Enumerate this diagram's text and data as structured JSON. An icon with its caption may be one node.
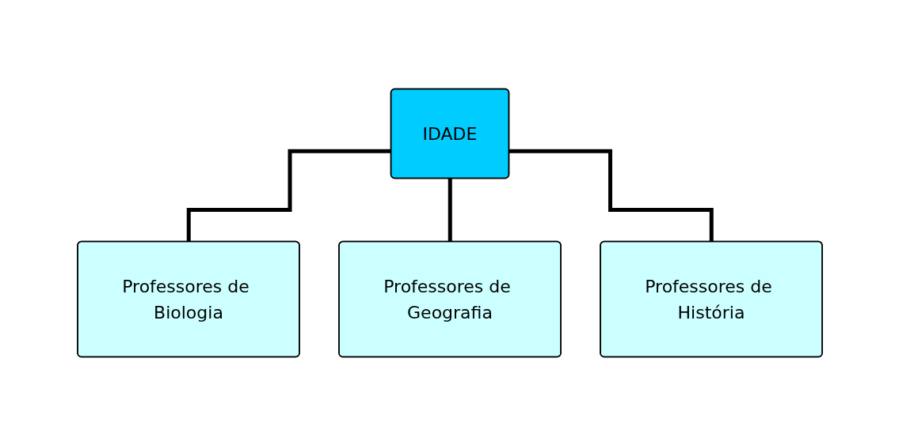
{
  "diagram": {
    "nodes": [
      {
        "text": [
          "IDADE"
        ]
      },
      {
        "text": [
          "Professores de Biologia"
        ]
      },
      {
        "text": [
          "Professores de Geografia"
        ]
      },
      {
        "text": [
          "Professores de História"
        ]
      }
    ],
    "edges": [
      {
        "from": 0,
        "to": 1,
        "arrow": "none"
      },
      {
        "from": 0,
        "to": 2,
        "arrow": "none"
      },
      {
        "from": 0,
        "to": 3,
        "arrow": "none"
      }
    ]
  }
}
